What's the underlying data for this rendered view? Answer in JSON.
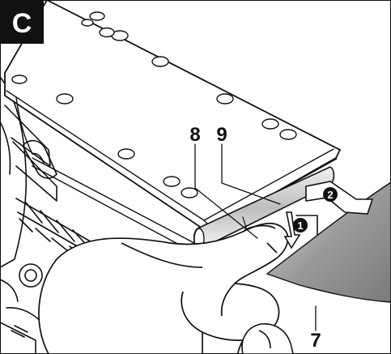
{
  "panel": {
    "letter": "C"
  },
  "callouts": {
    "c8": "8",
    "c9": "9",
    "c7": "7"
  },
  "steps": {
    "s1": "1",
    "s2": "2"
  },
  "colors": {
    "ink": "#111111",
    "paper": "#ffffff",
    "badge": "#111111"
  }
}
